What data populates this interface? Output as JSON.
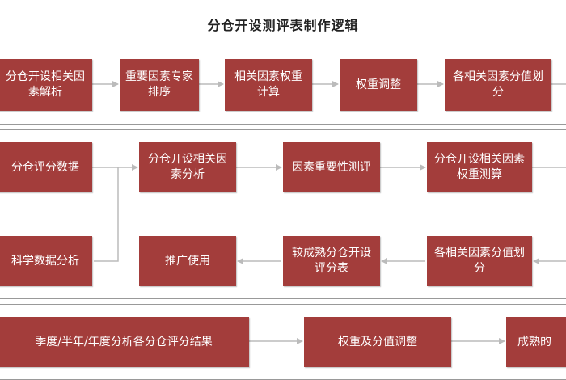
{
  "title": "分仓开设测评表制作逻辑",
  "colors": {
    "box": "#a33d3b",
    "arrow": "#bbbbbb",
    "border": "#999999"
  },
  "row1": [
    "分仓开设相关因素解析",
    "重要因素专家排序",
    "相关因素权重计算",
    "权重调整",
    "各相关因素分值划分"
  ],
  "panel2": {
    "top": [
      "分仓评分数据",
      "分仓开设相关因素分析",
      "因素重要性测评",
      "分仓开设相关因素权重测算"
    ],
    "bottom": [
      "科学数据分析",
      "推广使用",
      "较成熟分仓开设评分表",
      "各相关因素分值划分"
    ]
  },
  "row3": [
    "季度/半年/年度分析各分仓评分结果",
    "权重及分值调整",
    "成熟的"
  ]
}
